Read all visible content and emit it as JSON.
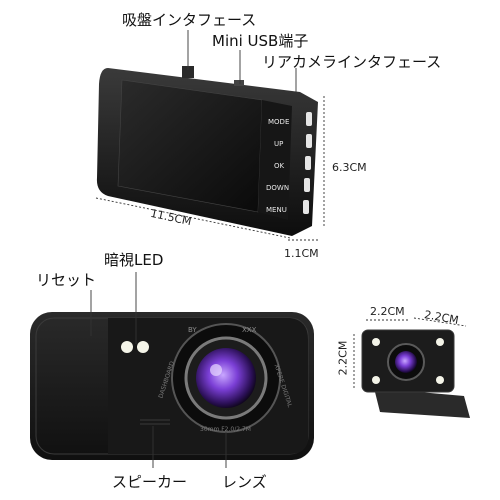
{
  "labels": {
    "suction_mount": "吸盤インタフェース",
    "mini_usb": "Mini USB端子",
    "rear_camera_interface": "リアカメラインタフェース",
    "night_vision_led": "暗視LED",
    "reset": "リセット",
    "speaker": "スピーカー",
    "lens": "レンズ"
  },
  "buttons": [
    "MODE",
    "UP",
    "OK",
    "DOWN",
    "MENU"
  ],
  "dimensions": {
    "width": "11.5CM",
    "height": "6.3CM",
    "depth": "1.1CM",
    "rear_width": "2.2CM",
    "rear_depth": "2.2CM",
    "rear_height": "2.2CM"
  },
  "front_text": {
    "by": "BY",
    "xxx": "XXX",
    "ring_right": "XPERE DIGITAL",
    "ring_bottom": "30mm F2.0/2.7M",
    "ring_left": "DASHBOARD"
  },
  "colors": {
    "body": "#1a1a1a",
    "screen": "#202020",
    "lens_purple": "#7b3fd6",
    "led_white": "#f4f4e8"
  }
}
